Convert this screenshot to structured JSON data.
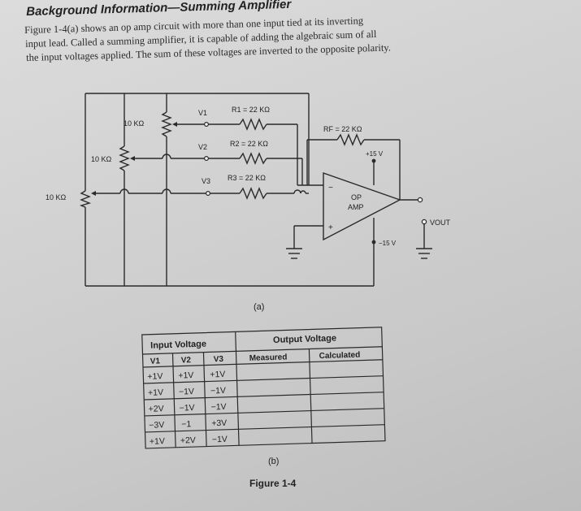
{
  "heading": "Background Information—Summing Amplifier",
  "paragraph": [
    "Figure 1-4(a) shows an op amp circuit with more than one input tied at its inverting",
    "input lead. Called a summing amplifier, it is capable of adding the algebraic sum of all",
    "the input voltages applied. The sum of these voltages are inverted to the opposite polarity."
  ],
  "circuit": {
    "pot1": "10 KΩ",
    "pot2": "10 KΩ",
    "pot3": "10 KΩ",
    "v1": "V1",
    "v2": "V2",
    "v3": "V3",
    "r1": "R1 = 22 KΩ",
    "r2": "R2 = 22 KΩ",
    "r3": "R3 = 22 KΩ",
    "rf": "RF = 22 KΩ",
    "vpos": "+15 V",
    "vneg": "−15 V",
    "opamp_line1": "OP",
    "opamp_line2": "AMP",
    "minus": "−",
    "plus": "+",
    "vout": "VOUT",
    "caption": "(a)"
  },
  "table": {
    "input_header": "Input Voltage",
    "output_header": "Output Voltage",
    "col_v1": "V1",
    "col_v2": "V2",
    "col_v3": "V3",
    "col_measured": "Measured",
    "col_calculated": "Calculated",
    "rows": [
      [
        "+1V",
        "+1V",
        "+1V",
        "",
        ""
      ],
      [
        "+1V",
        "−1V",
        "−1V",
        "",
        ""
      ],
      [
        "+2V",
        "−1V",
        "−1V",
        "",
        ""
      ],
      [
        "−3V",
        "−1",
        "+3V",
        "",
        ""
      ],
      [
        "+1V",
        "+2V",
        "−1V",
        "",
        ""
      ]
    ],
    "caption": "(b)"
  },
  "figure_title": "Figure 1-4"
}
